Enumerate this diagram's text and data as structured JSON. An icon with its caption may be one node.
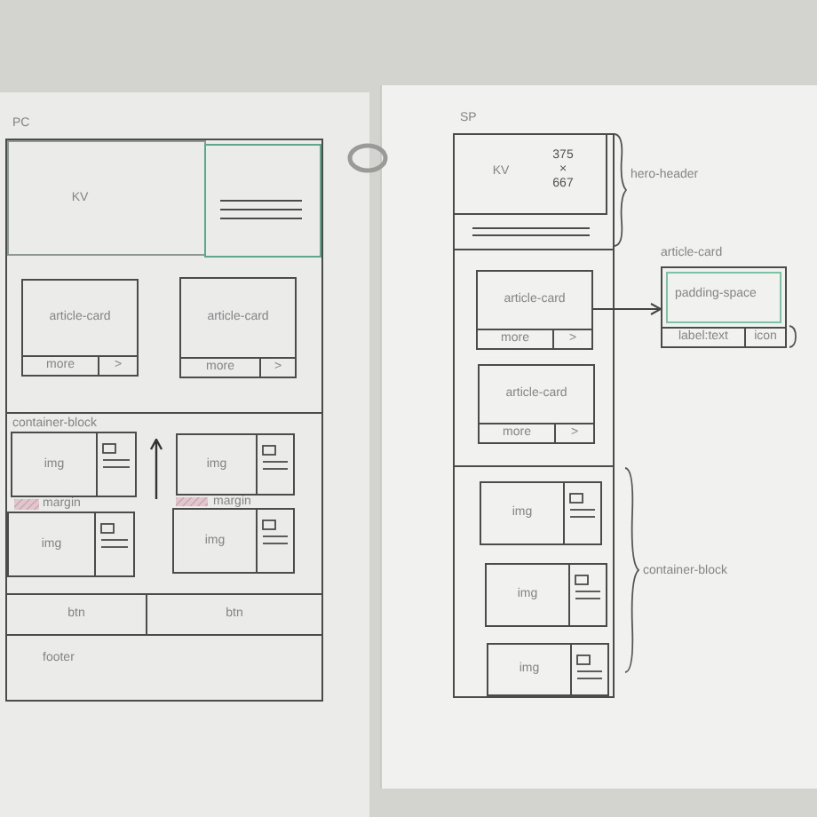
{
  "diagram": {
    "nodes": [
      {
        "text": [
          "PC"
        ]
      },
      {
        "text": [
          "KV"
        ],
        "in": 0
      },
      {
        "text": [],
        "shape": "box",
        "in": 0
      },
      {
        "text": [
          "article-card"
        ],
        "in": 0
      },
      {
        "text": [
          "more"
        ],
        "in": 3
      },
      {
        "text": [
          ">"
        ],
        "in": 3
      },
      {
        "text": [
          "article-card"
        ],
        "in": 0
      },
      {
        "text": [
          "more"
        ],
        "in": 6
      },
      {
        "text": [
          ">"
        ],
        "in": 6
      },
      {
        "text": [
          "container-block"
        ],
        "in": 0
      },
      {
        "text": [
          "img"
        ],
        "in": 9
      },
      {
        "text": [
          "img"
        ],
        "in": 9
      },
      {
        "text": [
          "img"
        ],
        "in": 9
      },
      {
        "text": [
          "img"
        ],
        "in": 9
      },
      {
        "text": [
          "btn"
        ],
        "in": 0
      },
      {
        "text": [
          "btn"
        ],
        "in": 0
      },
      {
        "text": [
          "footer"
        ],
        "in": 0
      },
      {
        "text": [
          "SP"
        ]
      },
      {
        "text": [
          "KV",
          "375 × 667"
        ],
        "in": 17
      },
      {
        "text": [
          "article-card"
        ],
        "in": 17
      },
      {
        "text": [
          "more"
        ],
        "in": 19
      },
      {
        "text": [
          ">"
        ],
        "in": 19
      },
      {
        "text": [
          "article-card"
        ],
        "in": 17
      },
      {
        "text": [
          "more"
        ],
        "in": 22
      },
      {
        "text": [
          ">"
        ],
        "in": 22
      },
      {
        "text": [
          "img"
        ],
        "in": 17
      },
      {
        "text": [
          "img"
        ],
        "in": 17
      },
      {
        "text": [
          "img"
        ],
        "in": 17
      },
      {
        "text": [
          "article-card"
        ]
      },
      {
        "text": [
          "padding-space"
        ],
        "in": 28
      },
      {
        "text": [
          "label:text"
        ],
        "in": 28
      },
      {
        "text": [
          "icon"
        ],
        "in": 28
      }
    ],
    "edges": [
      {
        "from": 19,
        "to": 28,
        "arrow": "to"
      }
    ],
    "labels": [
      "margin",
      "margin",
      "hero-header",
      "container-block"
    ]
  }
}
